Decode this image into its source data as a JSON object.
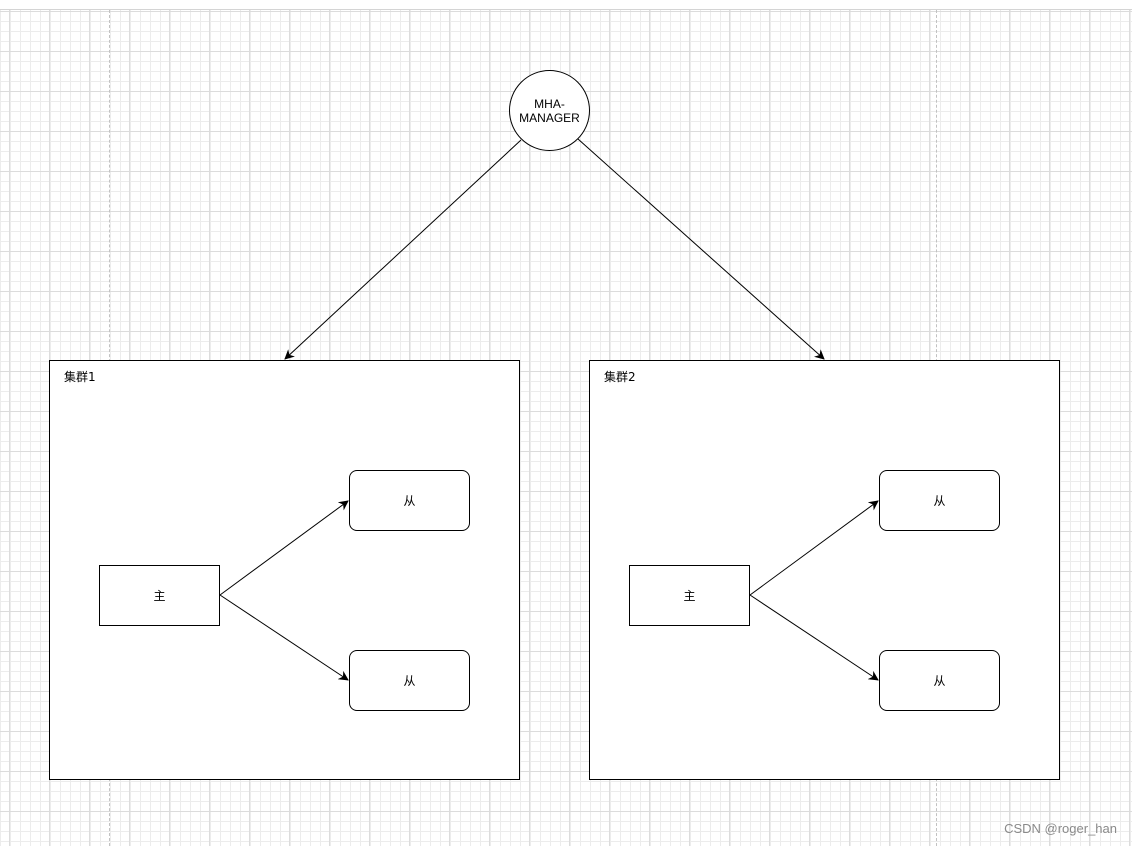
{
  "diagram": {
    "manager": {
      "line1": "MHA-",
      "line2": "MANAGER"
    },
    "clusters": [
      {
        "title": "集群1",
        "master": "主",
        "slaves": [
          "从",
          "从"
        ]
      },
      {
        "title": "集群2",
        "master": "主",
        "slaves": [
          "从",
          "从"
        ]
      }
    ]
  },
  "colors": {
    "stroke": "#000000",
    "grid": "#ececec",
    "watermark": "#8a8a8a"
  },
  "watermark": "CSDN @roger_han"
}
